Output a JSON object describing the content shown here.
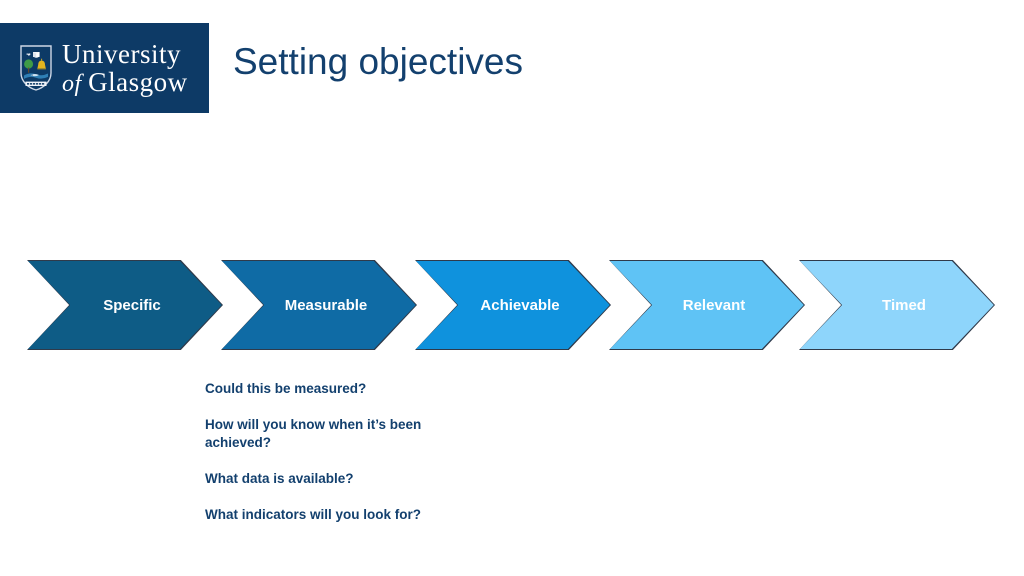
{
  "slide": {
    "title": "Setting objectives",
    "background_color": "#ffffff",
    "title_color": "#13406e"
  },
  "logo": {
    "block_color": "#0d3a66",
    "line1": "University",
    "of": "of ",
    "line2": "Glasgow",
    "crest_name": "university-of-glasgow-crest",
    "crest_elements": [
      "bird",
      "tree",
      "bell",
      "book",
      "fish",
      "ring"
    ],
    "motto_band": "VIA VERITAS VITA"
  },
  "chevrons": [
    {
      "label": "Specific",
      "color": "#0e5c86",
      "outline": "#2f3a4a",
      "text_color": "#ffffff"
    },
    {
      "label": "Measurable",
      "color": "#0f6ba5",
      "outline": "#2f3a4a",
      "text_color": "#ffffff"
    },
    {
      "label": "Achievable",
      "color": "#0f92dd",
      "outline": "#2f3a4a",
      "text_color": "#ffffff"
    },
    {
      "label": "Relevant",
      "color": "#5fc3f5",
      "outline": "#2f3a4a",
      "text_color": "#ffffff"
    },
    {
      "label": "Timed",
      "color": "#8ed5fb",
      "outline": "#2f3a4a",
      "text_color": "#ffffff"
    }
  ],
  "body": {
    "lines": [
      "Could this be measured?",
      "How will you know when it’s been achieved?",
      "What data is available?",
      "What indicators will you look for?"
    ],
    "text_color": "#13406e"
  }
}
